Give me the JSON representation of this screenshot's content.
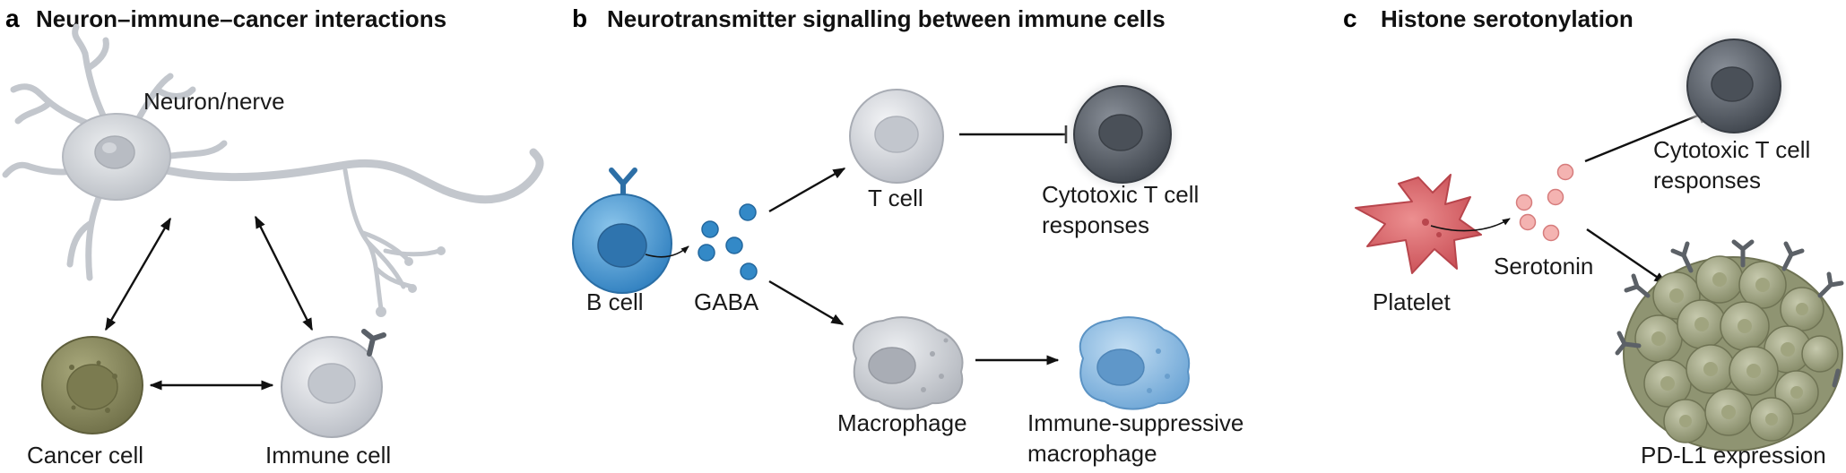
{
  "panels": [
    {
      "letter": "a",
      "title": "Neuron–immune–cancer interactions",
      "labels": {
        "neuron": "Neuron/nerve",
        "cancer": "Cancer cell",
        "immune": "Immune cell"
      }
    },
    {
      "letter": "b",
      "title": "Neurotransmitter signalling between immune cells",
      "labels": {
        "bcell": "B cell",
        "gaba": "GABA",
        "tcell": "T cell",
        "cytotoxic_line1": "Cytotoxic T cell",
        "cytotoxic_line2": "responses",
        "macrophage": "Macrophage",
        "suppressive_line1": "Immune-suppressive",
        "suppressive_line2": "macrophage"
      }
    },
    {
      "letter": "c",
      "title": "Histone serotonylation",
      "labels": {
        "platelet": "Platelet",
        "serotonin": "Serotonin",
        "cytotoxic_line1": "Cytotoxic T cell",
        "cytotoxic_line2": "responses",
        "pdl1": "PD-L1 expression"
      }
    }
  ],
  "colors": {
    "neuron": "#d9dbdf",
    "cancer": "#8f8f62",
    "immune": "#dfe1e6",
    "bcell": "#4c9bd2",
    "gaba": "#2f86c4",
    "tcell_dark": "#5b626c",
    "macrophage": "#cfd2d8",
    "suppressive": "#8dbbe0",
    "platelet": "#e0696d",
    "serotonin": "#f2aaa8",
    "tumor": "#a4a88a"
  }
}
